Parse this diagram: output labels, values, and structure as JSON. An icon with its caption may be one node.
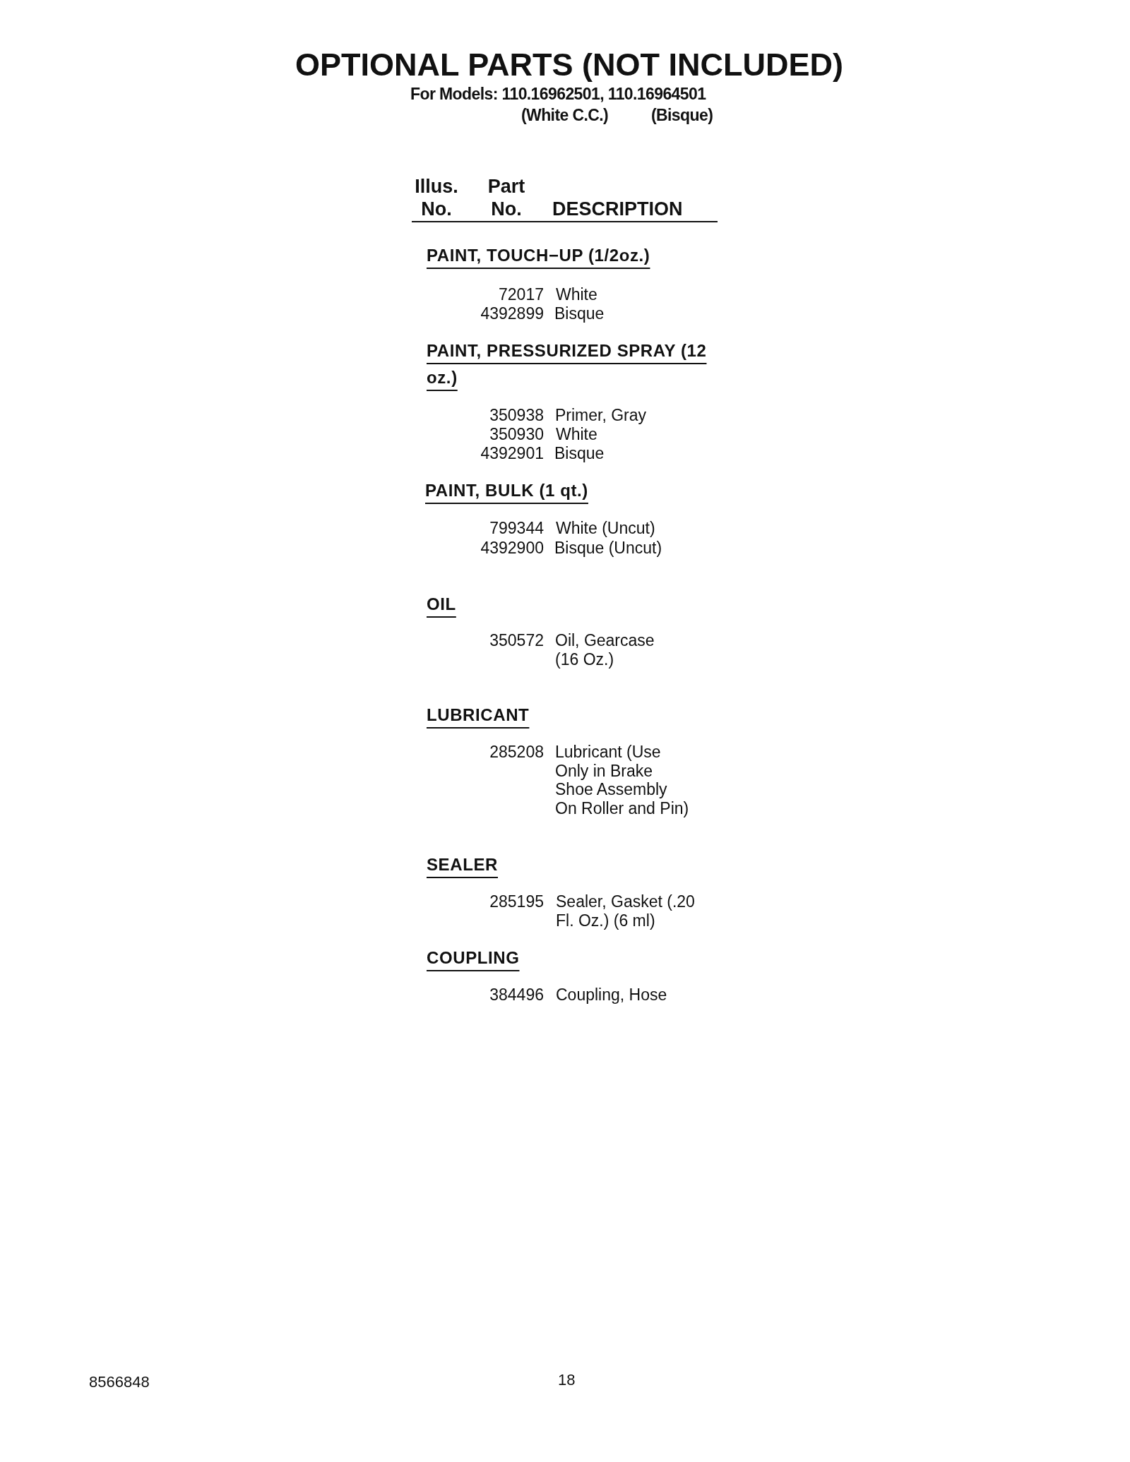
{
  "diagram": {
    "title": "OPTIONAL PARTS (NOT INCLUDED)",
    "labels": [
      "For Models: 110.16962501, 110.16964501",
      "(White C.C.)",
      "(Bisque)",
      "Illus. No.",
      "Part No.",
      "DESCRIPTION",
      "PAINT, TOUCH−UP (1/2oz.)",
      "72017",
      "White",
      "4392899",
      "Bisque",
      "PAINT, PRESSURIZED SPRAY (12 oz.)",
      "350938",
      "Primer, Gray",
      "350930",
      "White",
      "4392901",
      "Bisque",
      "PAINT, BULK (1 qt.)",
      "799344",
      "White (Uncut)",
      "4392900",
      "Bisque (Uncut)",
      "OIL",
      "350572",
      "Oil, Gearcase (16 Oz.)",
      "LUBRICANT",
      "285208",
      "Lubricant (Use Only in Brake Shoe Assembly On Roller and Pin)",
      "SEALER",
      "285195",
      "Sealer, Gasket (.20 Fl. Oz.) (6 ml)",
      "COUPLING",
      "384496",
      "Coupling, Hose",
      "8566848",
      "18"
    ]
  }
}
